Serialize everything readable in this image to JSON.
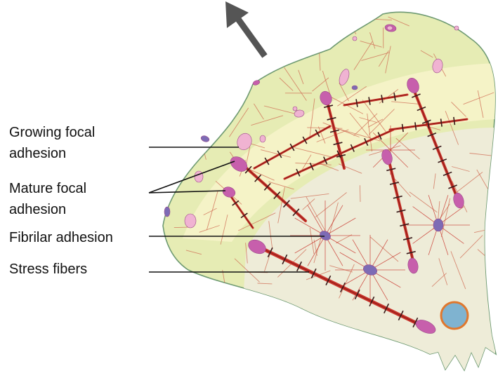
{
  "labels": {
    "growing_focal_adhesion": {
      "line1": "Growing focal",
      "line2": "adhesion"
    },
    "mature_focal_adhesion": {
      "line1": "Mature focal",
      "line2": "adhesion"
    },
    "fibrillar_adhesion": "Fibrilar adhesion",
    "stress_fibers": "Stress fibers"
  },
  "colors": {
    "cell_outer": "#e6ecb4",
    "cell_lamella": "#f6f3c8",
    "cell_body": "#eeecd8",
    "membrane": "#6e9a72",
    "stress_fiber": "#c8322a",
    "actin_filament": "#cf6a52",
    "focal_adhesion": "#c75fac",
    "fibrillar_adhesion": "#7d6bb5",
    "nascent_adhesion": "#f0b3d2",
    "nucleus_fill": "#7fb3d0",
    "nucleus_ring": "#e0782e",
    "arrow": "#555555"
  },
  "icons": {
    "migration_direction": "arrow-up-left-icon"
  }
}
